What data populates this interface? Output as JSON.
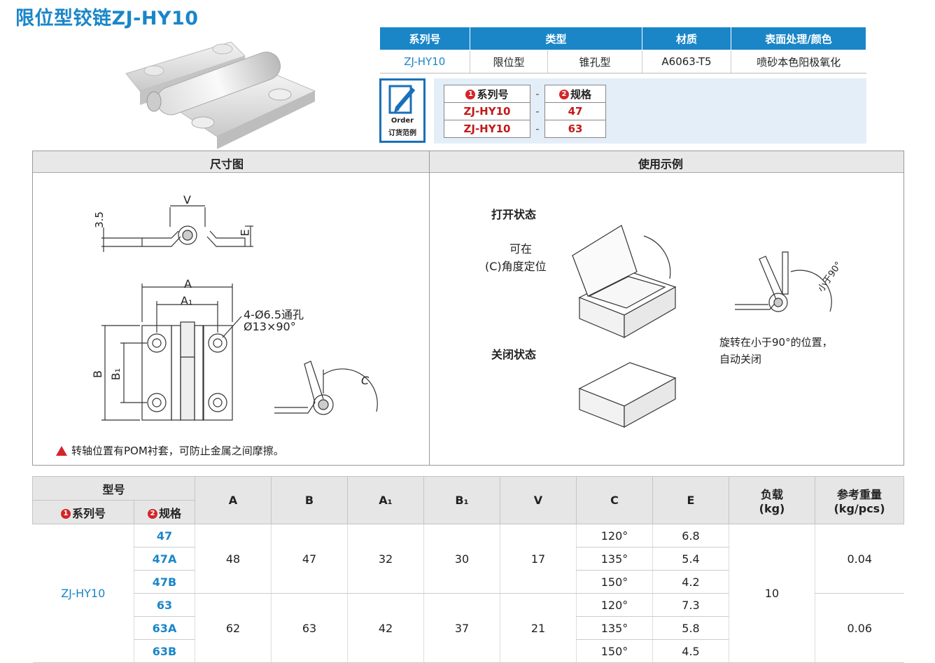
{
  "title": "限位型铰链ZJ-HY10",
  "spec": {
    "headers": [
      "系列号",
      "类型",
      "材质",
      "表面处理/颜色"
    ],
    "row": {
      "series": "ZJ-HY10",
      "type1": "限位型",
      "type2": "锥孔型",
      "material": "A6063-T5",
      "surface": "喷砂本色阳极氧化"
    }
  },
  "order": {
    "icon_label_en": "Order",
    "icon_label_cn": "订货范例",
    "col1": "系列号",
    "col2": "规格",
    "rows": [
      {
        "series": "ZJ-HY10",
        "size": "47"
      },
      {
        "series": "ZJ-HY10",
        "size": "63"
      }
    ],
    "dash": "-"
  },
  "panels": {
    "left_title": "尺寸图",
    "right_title": "使用示例"
  },
  "dims": {
    "v": "V",
    "e": "E",
    "d35": "3.5",
    "a": "A",
    "a1": "A₁",
    "b": "B",
    "b1": "B₁",
    "c": "C",
    "hole1": "4-Ø6.5通孔",
    "hole2": "Ø13×90°"
  },
  "note": "转轴位置有POM衬套，可防止金属之间摩擦。",
  "usage": {
    "open": "打开状态",
    "can1": "可在",
    "can2": "(C)角度定位",
    "closed": "关闭状态",
    "lt90": "小于90°",
    "auto1": "旋转在小于90°的位置，",
    "auto2": "自动关闭"
  },
  "data_table": {
    "model_label": "型号",
    "series_label": "系列号",
    "size_label": "规格",
    "cols": [
      "A",
      "B",
      "A₁",
      "B₁",
      "V",
      "C",
      "E"
    ],
    "load_label": "负载",
    "load_unit": "(kg)",
    "weight_label": "参考重量",
    "weight_unit": "(kg/pcs)",
    "series": "ZJ-HY10",
    "groups": [
      {
        "a": "48",
        "b": "47",
        "a1": "32",
        "b1": "30",
        "v": "17",
        "weight": "0.04",
        "rows": [
          {
            "size": "47",
            "c": "120°",
            "e": "6.8"
          },
          {
            "size": "47A",
            "c": "135°",
            "e": "5.4"
          },
          {
            "size": "47B",
            "c": "150°",
            "e": "4.2"
          }
        ]
      },
      {
        "a": "62",
        "b": "63",
        "a1": "42",
        "b1": "37",
        "v": "21",
        "weight": "0.06",
        "rows": [
          {
            "size": "63",
            "c": "120°",
            "e": "7.3"
          },
          {
            "size": "63A",
            "c": "135°",
            "e": "5.8"
          },
          {
            "size": "63B",
            "c": "150°",
            "e": "4.5"
          }
        ]
      }
    ],
    "load": "10"
  }
}
